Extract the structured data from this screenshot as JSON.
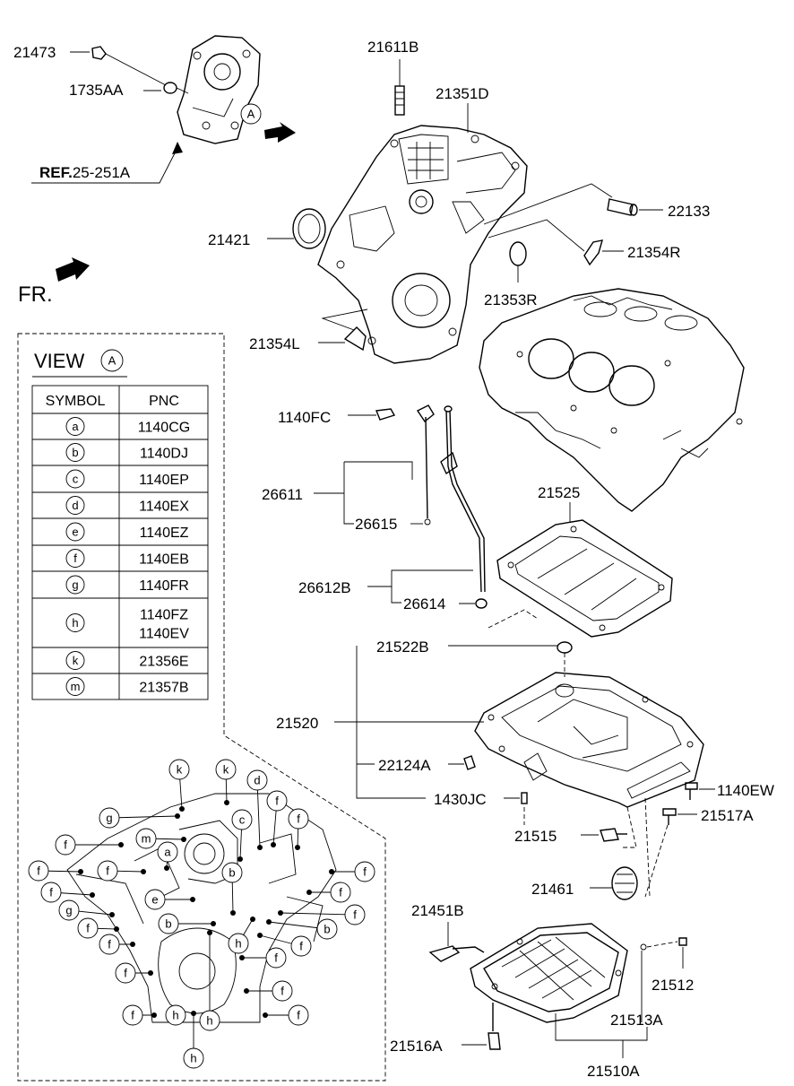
{
  "parts": {
    "p21473": "21473",
    "p1735AA": "1735AA",
    "ref_prefix": "REF.",
    "ref_code": "25-251A",
    "p21611B": "21611B",
    "p21351D": "21351D",
    "p22133": "22133",
    "p21421": "21421",
    "p21354R": "21354R",
    "p21353R": "21353R",
    "fr": "FR.",
    "p21354L": "21354L",
    "p1140FC": "1140FC",
    "p26611": "26611",
    "p26615": "26615",
    "p21525": "21525",
    "p26612B": "26612B",
    "p26614": "26614",
    "p21522B": "21522B",
    "p21520": "21520",
    "p22124A": "22124A",
    "p1430JC": "1430JC",
    "p1140EW": "1140EW",
    "p21517A": "21517A",
    "p21515": "21515",
    "p21461": "21461",
    "p21451B": "21451B",
    "p21512": "21512",
    "p21513A": "21513A",
    "p21516A": "21516A",
    "p21510A": "21510A"
  },
  "view": {
    "title": "VIEW",
    "marker": "A",
    "columns": [
      "SYMBOL",
      "PNC"
    ],
    "rows": [
      {
        "symbol": "a",
        "pnc": "1140CG"
      },
      {
        "symbol": "b",
        "pnc": "1140DJ"
      },
      {
        "symbol": "c",
        "pnc": "1140EP"
      },
      {
        "symbol": "d",
        "pnc": "1140EX"
      },
      {
        "symbol": "e",
        "pnc": "1140EZ"
      },
      {
        "symbol": "f",
        "pnc": "1140EB"
      },
      {
        "symbol": "g",
        "pnc": "1140FR"
      },
      {
        "symbol": "h",
        "pnc": "1140FZ",
        "pnc2": "1140EV"
      },
      {
        "symbol": "k",
        "pnc": "21356E"
      },
      {
        "symbol": "m",
        "pnc": "21357B"
      }
    ]
  },
  "callouts": {
    "k": "k",
    "d": "d",
    "g": "g",
    "m": "m",
    "c": "c",
    "a": "a",
    "f": "f",
    "b": "b",
    "e": "e",
    "h": "h"
  },
  "marker_a": "A"
}
